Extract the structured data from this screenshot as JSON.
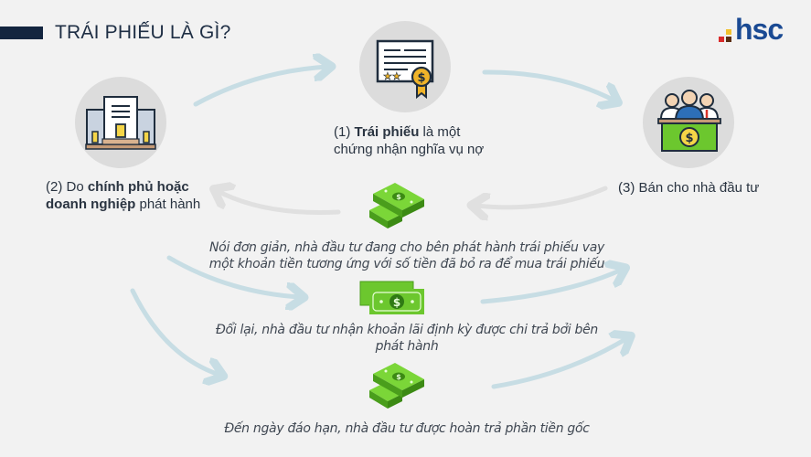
{
  "header": {
    "title": "TRÁI PHIẾU LÀ GÌ?",
    "logo_text": "hsc",
    "logo_colors": {
      "red": "#d92b2b",
      "yellow": "#f2c12e",
      "brown": "#5a2d12",
      "blue": "#1a4a93"
    }
  },
  "steps": [
    {
      "number": "(1)",
      "bold": "Trái phiếu",
      "text_after": " là một",
      "line2": "chứng nhận nghĩa vụ nợ",
      "icon": "certificate-icon"
    },
    {
      "number": "(2) Do ",
      "bold": "chính phủ hoặc",
      "line2_bold": "doanh nghiệp",
      "line2_after": " phát hành",
      "icon": "buildings-icon"
    },
    {
      "number": "(3)",
      "text": "(3) Bán cho nhà đầu tư",
      "icon": "investors-icon"
    }
  ],
  "captions": [
    {
      "line1": "Nói đơn giản, nhà đầu tư đang cho bên phát hành trái phiếu vay",
      "line2": "một khoản tiền tương ứng với số tiền đã bỏ ra để mua trái phiếu",
      "icon": "money-stack-icon"
    },
    {
      "line1": "Đổi lại, nhà đầu tư nhận khoản lãi định kỳ được chi trả bởi bên",
      "line2": "phát hành",
      "icon": "cash-bills-icon"
    },
    {
      "line1": "Đến ngày đáo hạn, nhà đầu tư được hoàn trả phần tiền gốc",
      "icon": "money-stack-icon"
    }
  ],
  "colors": {
    "background": "#f2f2f2",
    "navy": "#13253f",
    "arrow_blue": "#c7dde4",
    "arrow_gray": "#e0e0e0",
    "money_green": "#6cc72e",
    "circle_gray": "#dcdcdc"
  }
}
